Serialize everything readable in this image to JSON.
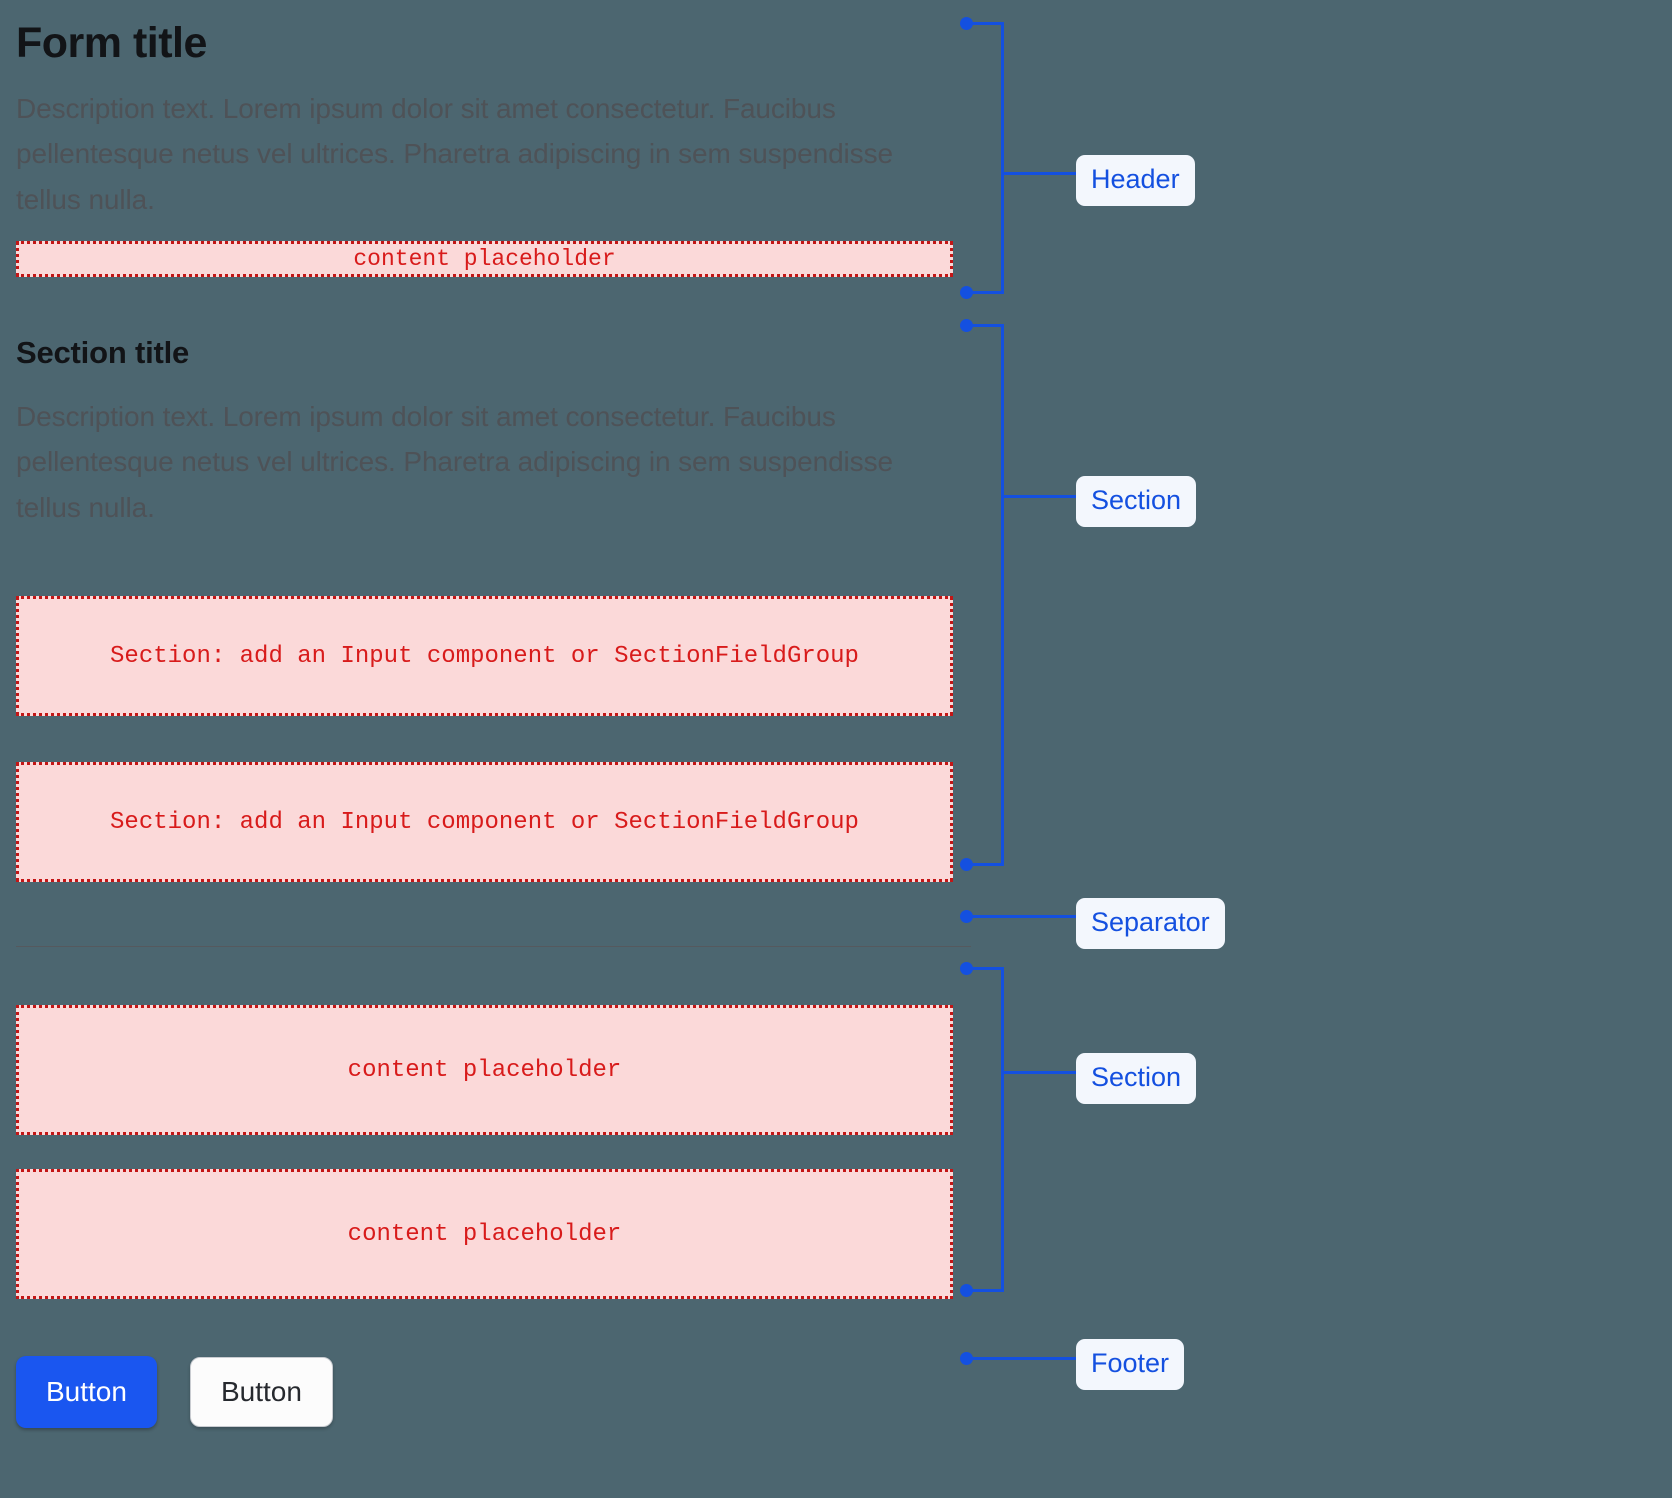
{
  "page": {
    "background_color": "#4c6670",
    "annotation_color": "#1450e0",
    "placeholder_color": "#d81b1b",
    "placeholder_bg": "#fbd9d9"
  },
  "header": {
    "title": "Form title",
    "description": "Description text. Lorem ipsum dolor sit amet consectetur. Faucibus pellentesque netus vel ultrices. Pharetra adipiscing in sem suspendisse tellus nulla.",
    "placeholder": "content placeholder"
  },
  "section_one": {
    "title": "Section title",
    "description": "Description text. Lorem ipsum dolor sit amet consectetur. Faucibus pellentesque netus vel ultrices. Pharetra adipiscing in sem suspendisse tellus nulla.",
    "placeholders": [
      "Section: add an Input component or SectionFieldGroup",
      "Section: add an Input component or SectionFieldGroup"
    ]
  },
  "section_two": {
    "placeholders": [
      "content placeholder",
      "content placeholder"
    ]
  },
  "footer": {
    "primary_button": "Button",
    "secondary_button": "Button"
  },
  "annotations": {
    "header": "Header",
    "section_one": "Section",
    "separator": "Separator",
    "section_two": "Section",
    "footer": "Footer"
  }
}
